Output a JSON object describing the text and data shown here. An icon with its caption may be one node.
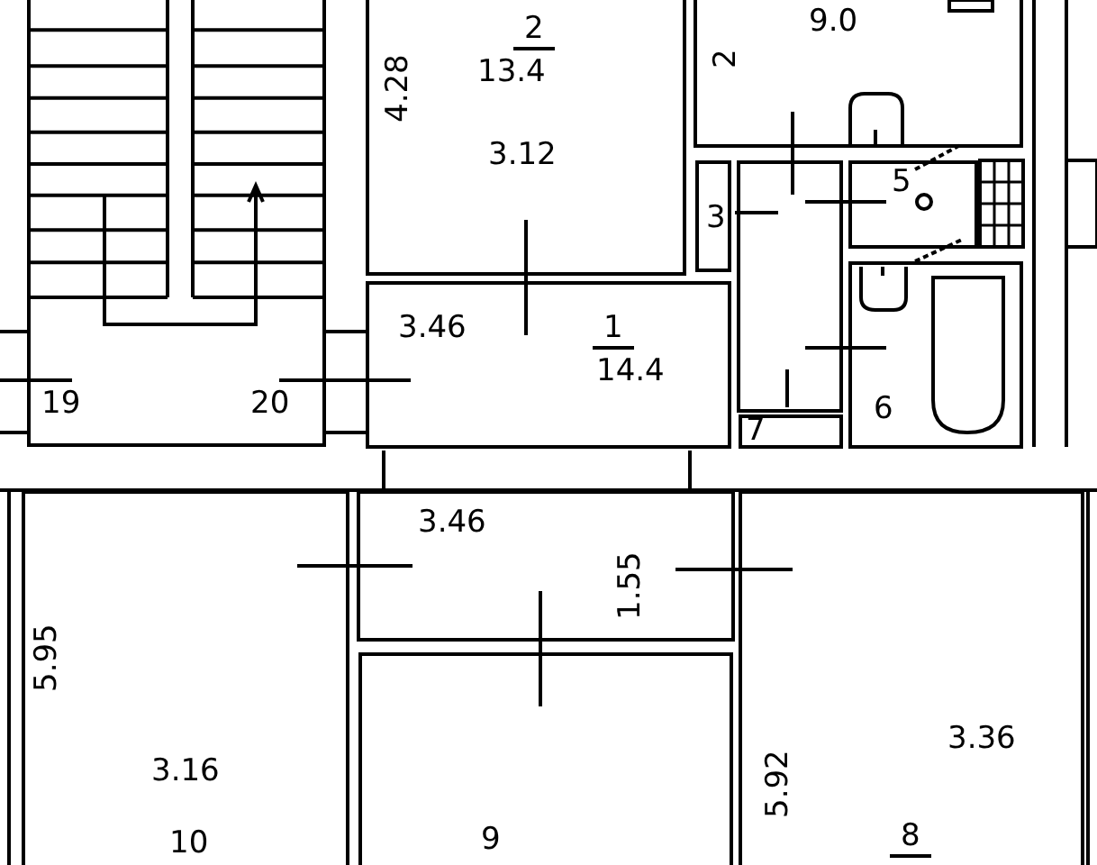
{
  "diagram": {
    "nodes": [
      {
        "text": [
          "19",
          "20"
        ]
      },
      {
        "text": [
          "4.28",
          "2",
          "13.4",
          "3.12"
        ]
      },
      {
        "text": [
          "2",
          "9.0"
        ]
      },
      {
        "text": [
          "3"
        ]
      },
      {
        "text": [
          "5"
        ]
      },
      {
        "text": [
          "3.46",
          "1",
          "14.4"
        ]
      },
      {
        "text": [
          "7"
        ]
      },
      {
        "text": [
          "6"
        ]
      },
      {
        "text": [
          "3.46",
          "1.55"
        ]
      },
      {
        "text": [
          "5.95",
          "3.16",
          "10"
        ]
      },
      {
        "text": [
          "9"
        ]
      },
      {
        "text": [
          "5.92",
          "3.36",
          "8"
        ]
      }
    ]
  }
}
